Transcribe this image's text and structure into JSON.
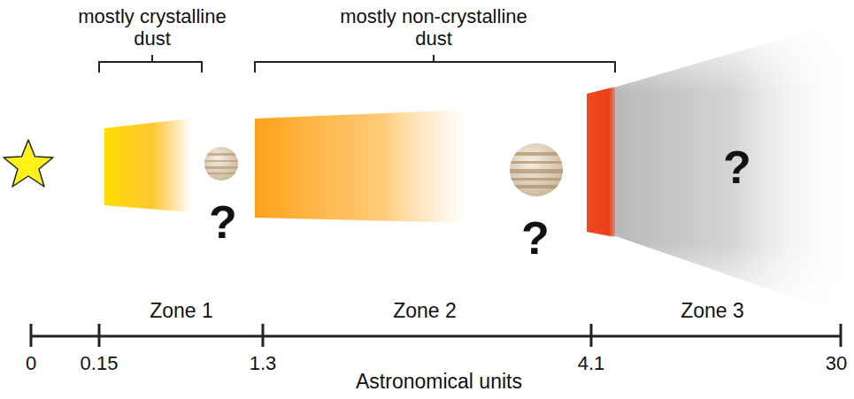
{
  "diagram": {
    "labels": [
      "mostly crystalline dust",
      "mostly non-crystalline dust",
      "?",
      "?",
      "?",
      "Zone 1",
      "Zone 2",
      "Zone 3",
      "0",
      "0.15",
      "1.3",
      "4.1",
      "30",
      "Astronomical units"
    ]
  }
}
